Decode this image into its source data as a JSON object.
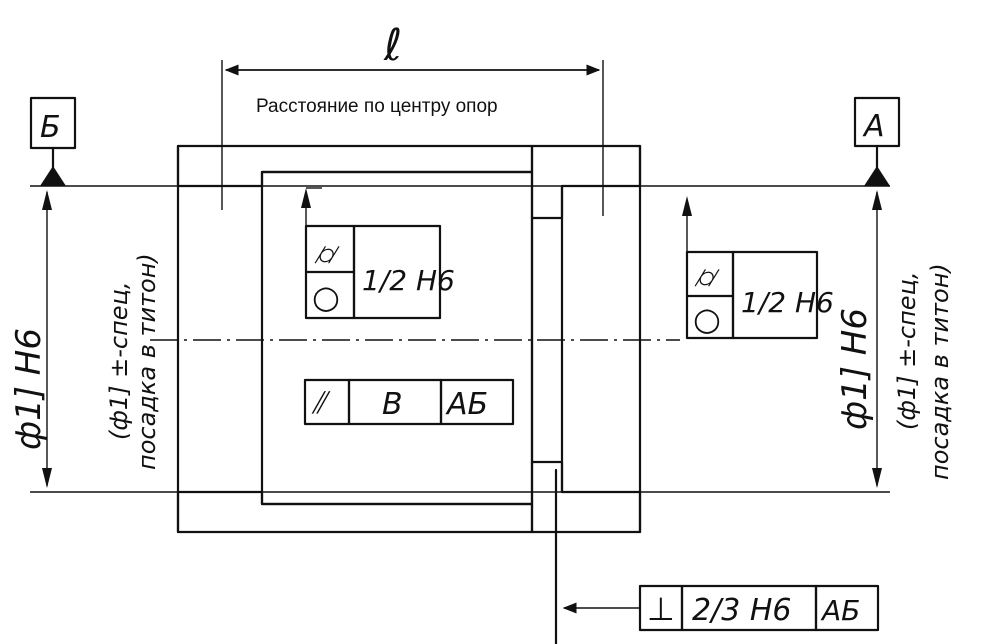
{
  "dimensions": {
    "span_symbol": "ℓ",
    "span_caption": "Расстояние по центру опор",
    "bore_left": "ф1] Н6",
    "bore_right": "ф1] Н6",
    "fit_note_left_line1": "(ф1] ±-спец,",
    "fit_note_left_line2": "посадка в титон)",
    "fit_note_right_line1": "(ф1] ±-спец,",
    "fit_note_right_line2": "посадка в титон)"
  },
  "datums": {
    "left": "Б",
    "right": "А"
  },
  "frames": {
    "left_form": {
      "symbol_top": "⌭",
      "symbol_bottom": "○",
      "tolerance": "1/2 Н6"
    },
    "right_form": {
      "symbol_top": "⌭",
      "symbol_bottom": "○",
      "tolerance": "1/2 Н6"
    },
    "coaxiality": {
      "symbol": "⫽",
      "tolerance": "В",
      "datum": "АБ"
    },
    "perpendicularity": {
      "symbol": "⊥",
      "tolerance": "2/3 Н6",
      "datum": "АБ"
    }
  }
}
